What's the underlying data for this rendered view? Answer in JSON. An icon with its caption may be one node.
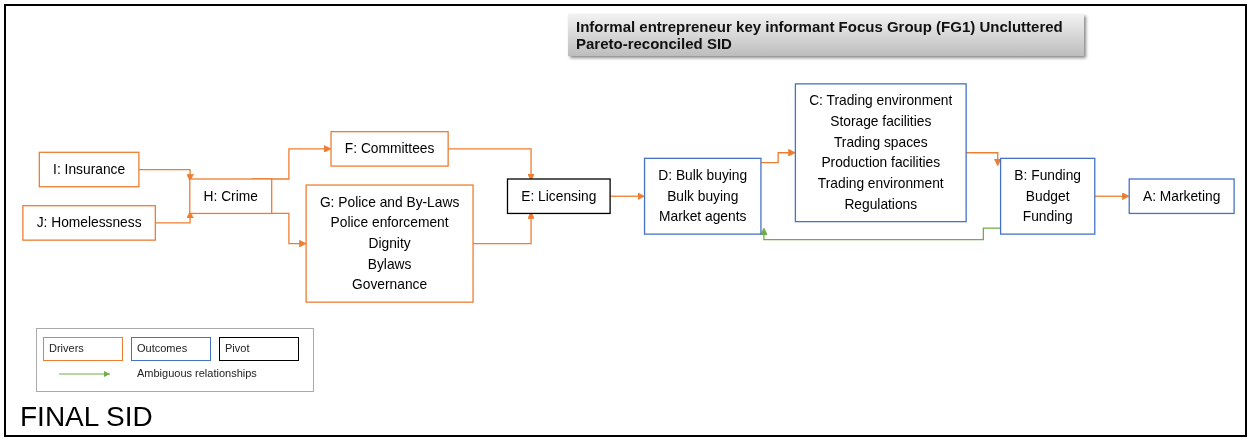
{
  "diagram": {
    "title": "Informal entrepreneur key informant Focus Group (FG1) Uncluttered Pareto-reconciled SID",
    "caption": "FINAL SID",
    "nodes": [
      {
        "text": [
          "I: Insurance"
        ]
      },
      {
        "text": [
          "J: Homelessness"
        ]
      },
      {
        "text": [
          "H: Crime"
        ]
      },
      {
        "text": [
          "F: Committees"
        ]
      },
      {
        "text": [
          "G: Police and By-Laws",
          "Police enforcement",
          "Dignity",
          "Bylaws",
          "Governance"
        ]
      },
      {
        "text": [
          "E: Licensing"
        ]
      },
      {
        "text": [
          "D: Bulk buying",
          "Bulk buying",
          "Market agents"
        ]
      },
      {
        "text": [
          "C: Trading environment",
          "Storage facilities",
          "Trading spaces",
          "Production facilities",
          "Trading environment",
          "Regulations"
        ]
      },
      {
        "text": [
          "B: Funding",
          "Budget",
          "Funding"
        ]
      },
      {
        "text": [
          "A: Marketing"
        ]
      }
    ],
    "edges": [
      {
        "from": 0,
        "to": 2,
        "arrow": "to"
      },
      {
        "from": 1,
        "to": 2,
        "arrow": "to"
      },
      {
        "from": 2,
        "to": 3,
        "arrow": "to"
      },
      {
        "from": 2,
        "to": 4,
        "arrow": "to"
      },
      {
        "from": 3,
        "to": 5,
        "arrow": "to"
      },
      {
        "from": 4,
        "to": 5,
        "arrow": "to"
      },
      {
        "from": 5,
        "to": 6,
        "arrow": "to"
      },
      {
        "from": 6,
        "to": 7,
        "arrow": "to"
      },
      {
        "from": 7,
        "to": 8,
        "arrow": "to"
      },
      {
        "from": 8,
        "to": 6,
        "arrow": "to",
        "color": "#70ad47"
      },
      {
        "from": 8,
        "to": 9,
        "arrow": "to"
      }
    ],
    "legend": [
      {
        "text": "Drivers"
      },
      {
        "text": "Outcomes"
      },
      {
        "text": "Pivot"
      },
      {
        "text": "Ambiguous relationships"
      }
    ]
  }
}
